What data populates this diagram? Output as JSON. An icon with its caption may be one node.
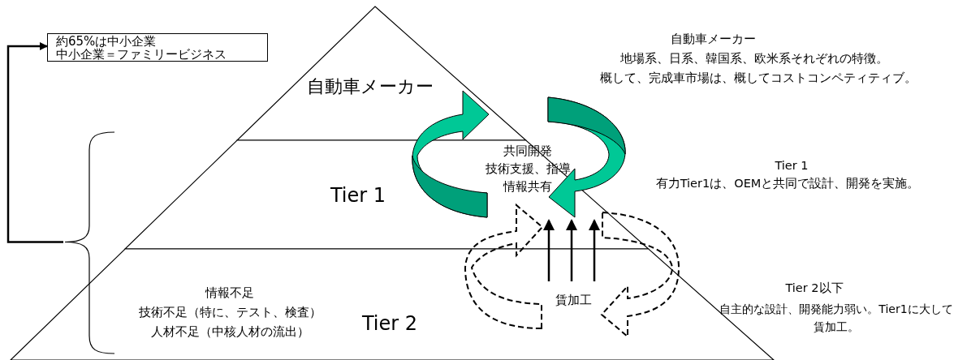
{
  "diagram": {
    "nodes": [
      {
        "text": [
          "約65%は中小企業",
          "中小企業＝ファミリービジネス"
        ]
      },
      {
        "text": [
          "自動車メーカー"
        ],
        "beside": [
          "自動車メーカー",
          "地場系、日系、韓国系、欧米系それぞれの特徴。",
          "概して、完成車市場は、概してコストコンペティティブ。"
        ]
      },
      {
        "text": [
          "Tier 1"
        ],
        "beside": [
          "Tier 1",
          "有力Tier1は、OEMと共同で設計、開発を実施。"
        ]
      },
      {
        "text": [
          "Tier 2"
        ],
        "beside": [
          "Tier 2以下",
          "自主的な設計、開発能力弱い。Tier1に大して賃加工。"
        ]
      },
      {
        "text": [],
        "shape": "brace"
      }
    ],
    "edges": [
      {
        "from": 4,
        "to": 0,
        "arrow": "to"
      },
      {
        "from": 2,
        "to": 1,
        "arrow": "to",
        "color": "#00c896"
      },
      {
        "from": 1,
        "to": 2,
        "arrow": "to",
        "color": "#00c896"
      },
      {
        "from": 3,
        "to": 2,
        "arrow": "to",
        "style": "dashed"
      },
      {
        "from": 2,
        "to": 3,
        "arrow": "to",
        "style": "dashed"
      },
      {
        "from": 3,
        "to": 2,
        "arrow": "to"
      },
      {
        "from": 3,
        "to": 2,
        "arrow": "to"
      },
      {
        "from": 3,
        "to": 2,
        "arrow": "to"
      }
    ],
    "labels": [
      "共同開発",
      "技術支援、指導",
      "情報共有",
      "賃加工",
      "情報不足",
      "技術不足（特に、テスト、検査）",
      "人材不足（中核人材の流出）"
    ]
  }
}
